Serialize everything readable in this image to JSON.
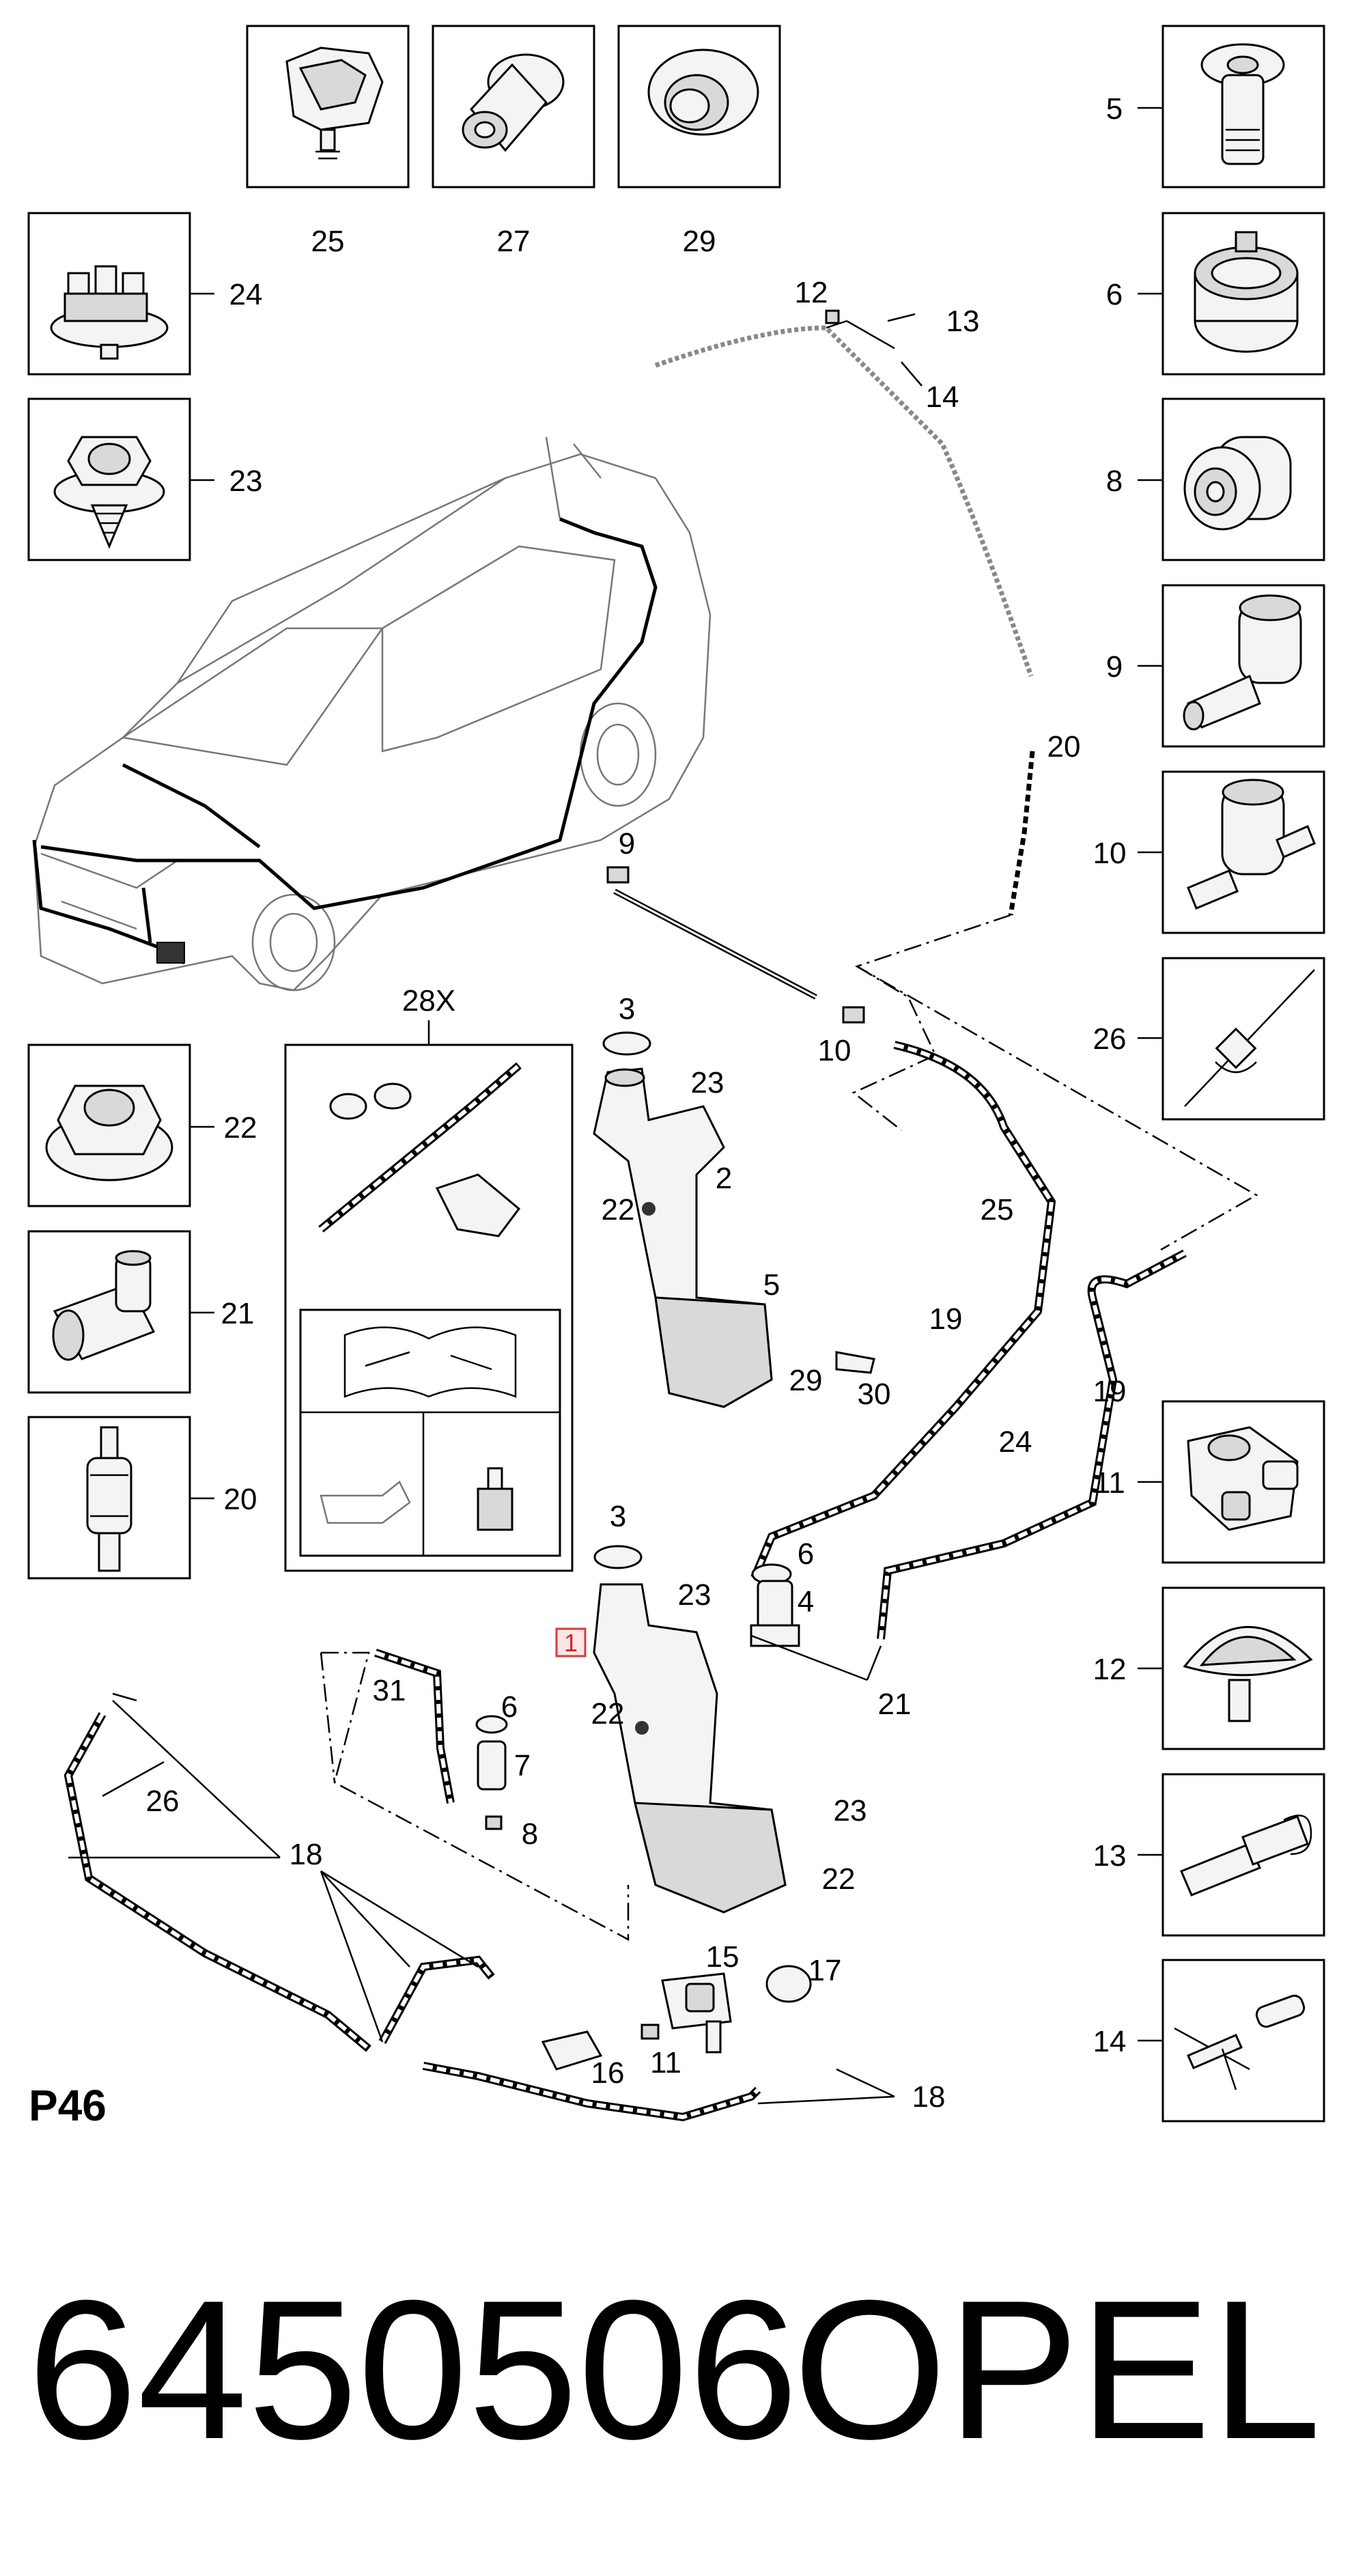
{
  "page_code": "P46",
  "part_number": "6450506",
  "brand": "OPEL",
  "highlighted_callout": "1",
  "inset_kit_label": "28X",
  "box_callouts": {
    "c25": "25",
    "c27": "27",
    "c29": "29",
    "c24": "24",
    "c23": "23",
    "c5": "5",
    "c6": "6",
    "c8": "8",
    "c9": "9",
    "c10": "10",
    "c26": "26",
    "c22": "22",
    "c21": "21",
    "c20": "20",
    "c11": "11",
    "c12": "12",
    "c13": "13",
    "c14": "14"
  },
  "diagram_callouts": {
    "top_12": "12",
    "top_13": "13",
    "top_14": "14",
    "hose_20": "20",
    "nozzle_9": "9",
    "nozzle_10": "10",
    "cap_3a": "3",
    "clip_23a": "23",
    "neck_2": "2",
    "nut_22a": "22",
    "screw_5": "5",
    "seal_29": "29",
    "pump_30": "30",
    "clip_25": "25",
    "hose_19a": "19",
    "hose_19b": "19",
    "clip_24": "24",
    "seal_6a": "6",
    "pump_4": "4",
    "conn_21": "21",
    "cap_3b": "3",
    "clip_23b": "23",
    "nut_22b": "22",
    "hose_31": "31",
    "seal_6b": "6",
    "pump_7": "7",
    "seal_8": "8",
    "clip_23c": "23",
    "nut_22c": "22",
    "nozzle_26": "26",
    "hose_18a": "18",
    "hose_18b": "18",
    "cover_15": "15",
    "pump_17": "17",
    "cover_16": "16",
    "nozzle_11": "11"
  },
  "colors": {
    "ink": "#000000",
    "highlight": "#d43c3c",
    "highlight_fill": "#fde6e6"
  },
  "icons": [
    "clip-icon",
    "grommet-icon",
    "cable-tie-icon",
    "flange-nut-icon",
    "hex-nut-screw-icon",
    "t-connector-icon",
    "valve-connector-icon",
    "check-valve-icon",
    "pump-icon",
    "washer-nozzle-icon",
    "manual-book-icon",
    "oil-can-icon",
    "sealant-bottle-icon",
    "car-outline-icon",
    "washer-reservoir-icon"
  ]
}
